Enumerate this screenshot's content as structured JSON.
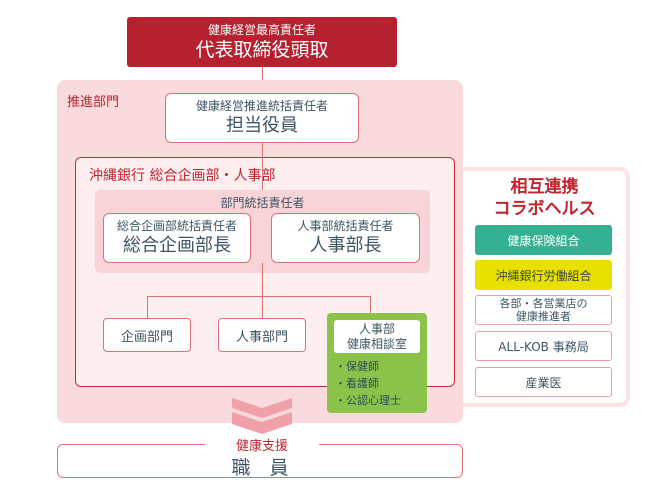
{
  "top": {
    "subtitle": "健康経営最高責任者",
    "title": "代表取締役頭取"
  },
  "promotion": {
    "label": "推進部門",
    "officer": {
      "subtitle": "健康経営推進統括責任者",
      "title": "担当役員"
    },
    "bank": {
      "title": "沖縄銀行 総合企画部・人事部",
      "dept_heads": {
        "label": "部門統括責任者",
        "left": {
          "subtitle": "総合企画部統括責任者",
          "title": "総合企画部長"
        },
        "right": {
          "subtitle": "人事部統括責任者",
          "title": "人事部長"
        }
      },
      "units": [
        "企画部門",
        "人事部門"
      ],
      "consult": {
        "title1": "人事部",
        "title2": "健康相談室",
        "members": [
          "・保健師",
          "・看護師",
          "・公認心理士"
        ]
      }
    }
  },
  "collab": {
    "title1": "相互連携",
    "title2": "コラボヘルス",
    "items": [
      {
        "label": "健康保険組合",
        "color": "#34b093"
      },
      {
        "label": "沖縄銀行労働組合",
        "color": "#e8e100"
      },
      {
        "label": "各部・各営業店の",
        "label2": "健康推進者"
      },
      {
        "label": "ALL-KOB 事務局"
      },
      {
        "label": "産業医"
      }
    ]
  },
  "staff": {
    "label": "健康支援",
    "title": "職　員"
  }
}
